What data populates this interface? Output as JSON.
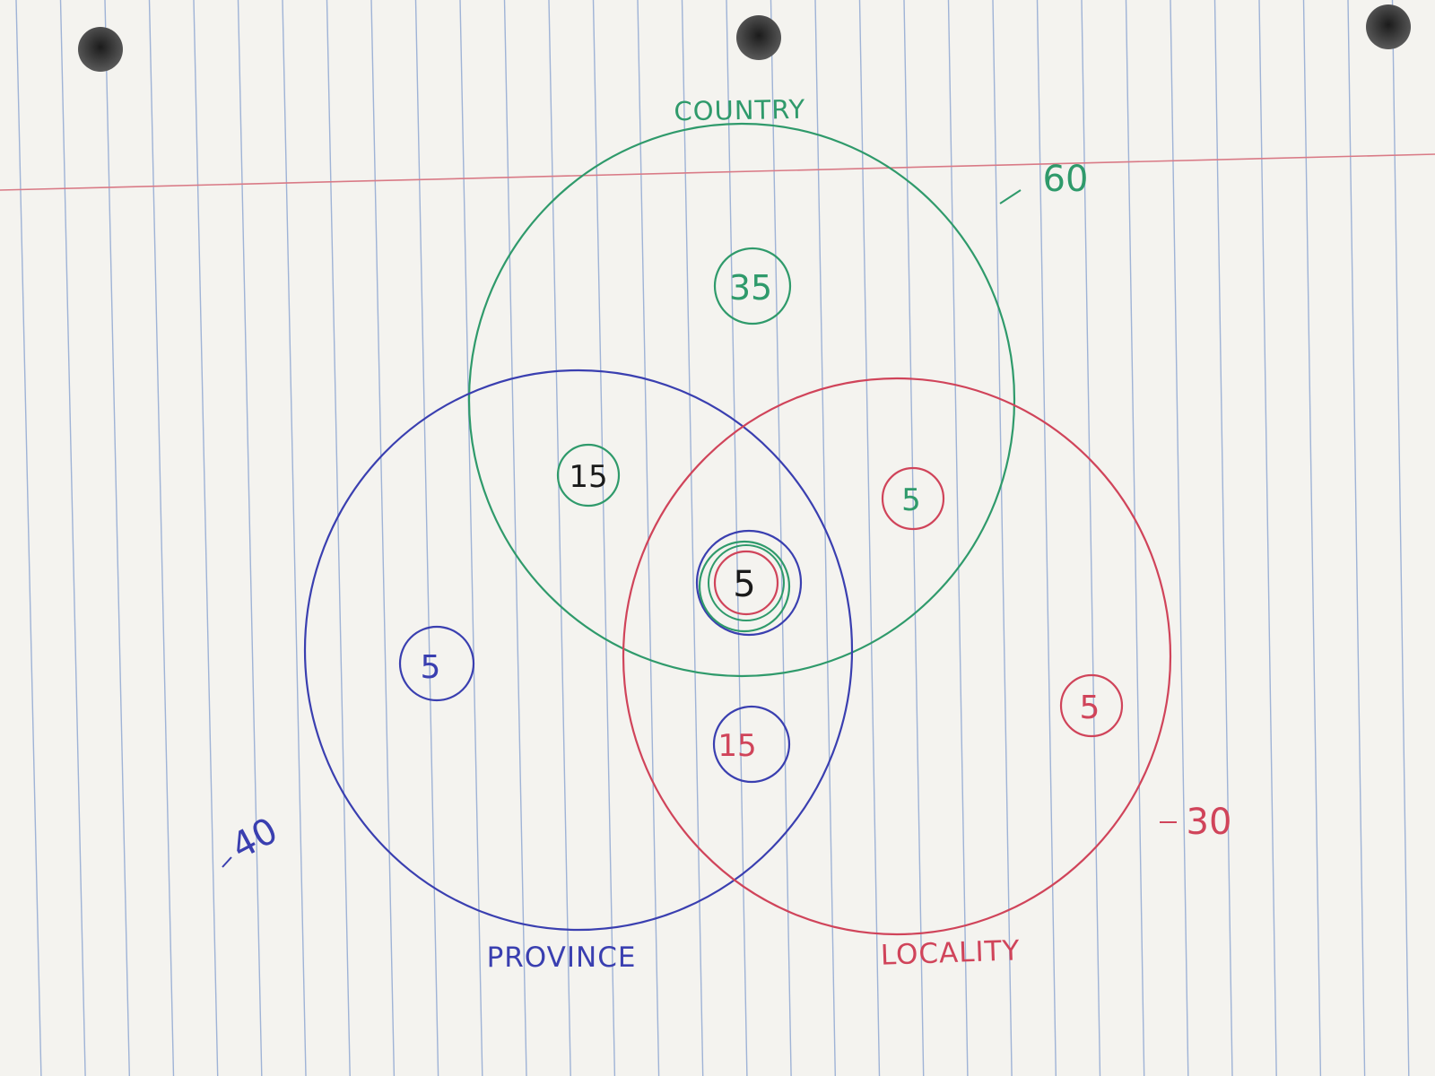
{
  "colors": {
    "paper": "#f4f3ef",
    "rule_line": "#9fb3d6",
    "margin_line": "#d97a86",
    "country": "#2f9a6b",
    "province": "#3a3fb0",
    "locality": "#d0445a",
    "ink": "#1a1a1a"
  },
  "diagram": {
    "sets": {
      "country": {
        "label": "COUNTRY",
        "total": "60"
      },
      "province": {
        "label": "PROVINCE",
        "total": "40"
      },
      "locality": {
        "label": "LOCALITY",
        "total": "30"
      }
    },
    "regions": {
      "country_only": "35",
      "country_province": "15",
      "country_locality": "5",
      "all_three": "5",
      "province_only": "5",
      "province_locality": "15",
      "locality_only": "5"
    }
  }
}
